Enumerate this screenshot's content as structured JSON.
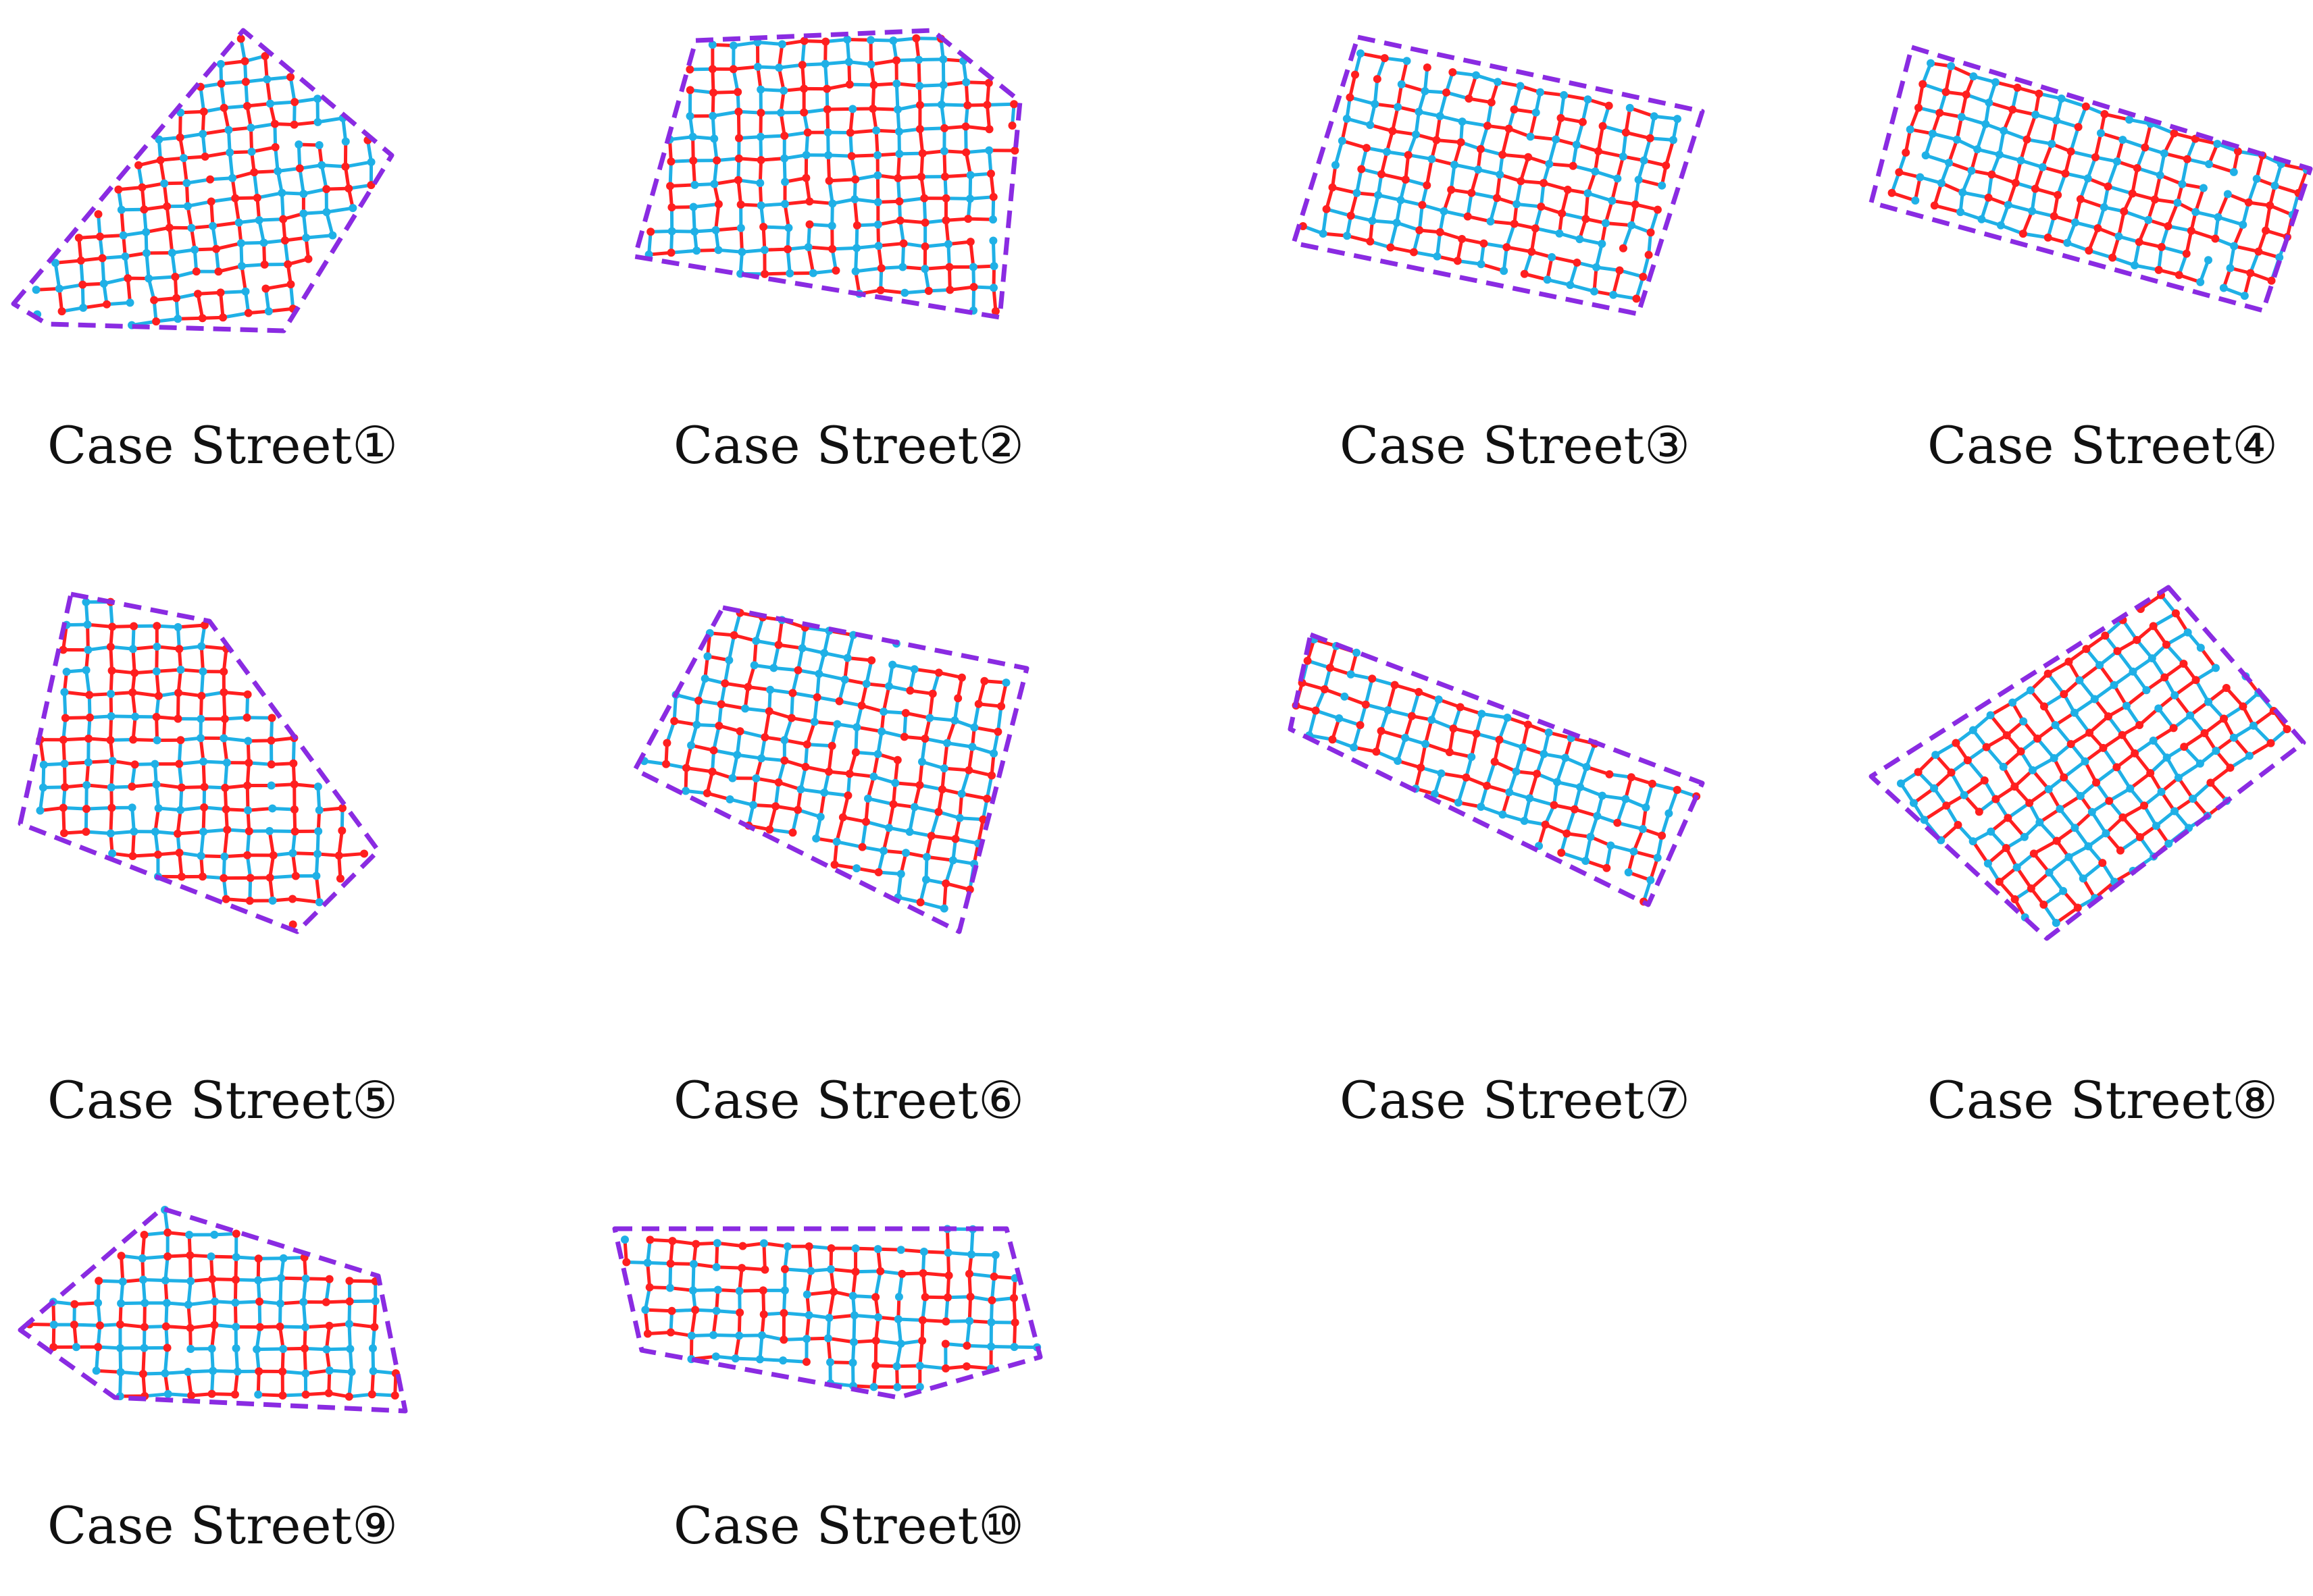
{
  "figure": {
    "colors": {
      "boundary": "#8a2be2",
      "street_red": "#ff1f1f",
      "street_blue": "#1fb0e6",
      "background": "#ffffff"
    },
    "panels": [
      {
        "id": 1,
        "caption": "Case Street①"
      },
      {
        "id": 2,
        "caption": "Case Street②"
      },
      {
        "id": 3,
        "caption": "Case Street③"
      },
      {
        "id": 4,
        "caption": "Case Street④"
      },
      {
        "id": 5,
        "caption": "Case Street⑤"
      },
      {
        "id": 6,
        "caption": "Case Street⑥"
      },
      {
        "id": 7,
        "caption": "Case Street⑦"
      },
      {
        "id": 8,
        "caption": "Case Street⑧"
      },
      {
        "id": 9,
        "caption": "Case Street⑨"
      },
      {
        "id": 10,
        "caption": "Case Street⑩"
      }
    ]
  }
}
